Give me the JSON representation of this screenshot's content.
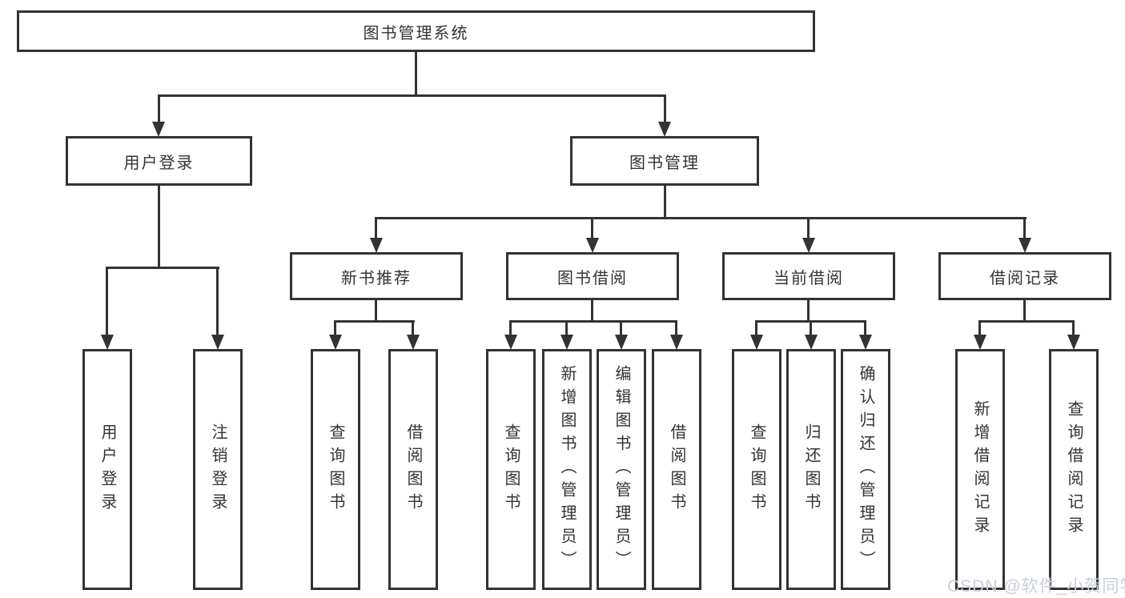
{
  "title": {
    "label": "图书管理系统"
  },
  "level2": {
    "user_login": {
      "label": "用户登录"
    },
    "book_mgmt": {
      "label": "图书管理"
    }
  },
  "level3": {
    "new_books": {
      "label": "新书推荐"
    },
    "borrowing": {
      "label": "图书借阅"
    },
    "current": {
      "label": "当前借阅"
    },
    "records": {
      "label": "借阅记录"
    }
  },
  "leaves": {
    "user_login": {
      "login": "用户登录",
      "logout": "注销登录"
    },
    "new_books": {
      "query": "查询图书",
      "borrow": "借阅图书"
    },
    "borrowing": {
      "query": "查询图书",
      "add": "新增图书（管理员）",
      "edit": "编辑图书（管理员）",
      "borrow": "借阅图书"
    },
    "current": {
      "query": "查询图书",
      "return": "归还图书",
      "confirm": "确认归还（管理员）"
    },
    "records": {
      "add": "新增借阅记录",
      "query": "查询借阅记录"
    }
  },
  "watermark": "CSDN @软件_小贺同学",
  "colors": {
    "line": "#333333",
    "text": "#333333",
    "watermark": "#c9ced8",
    "background": "#ffffff"
  }
}
